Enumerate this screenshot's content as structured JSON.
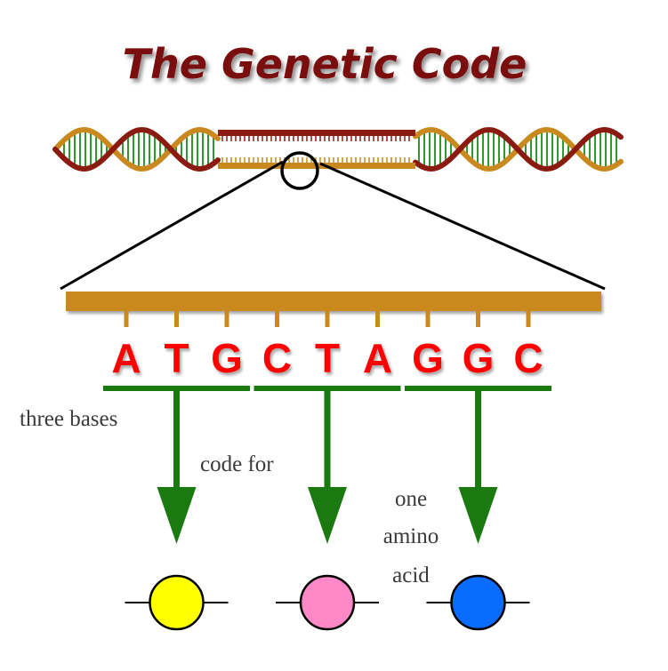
{
  "title": "The Genetic Code",
  "bases": [
    "A",
    "T",
    "G",
    "C",
    "T",
    "A",
    "G",
    "G",
    "C"
  ],
  "labels": {
    "three_bases": "three bases",
    "code_for": "code for",
    "one": "one",
    "amino": "amino",
    "acid": "acid"
  },
  "codons": [
    {
      "bases": "ATG",
      "amino_acid_color": "#ffff00"
    },
    {
      "bases": "CTA",
      "amino_acid_color": "#ff88c8"
    },
    {
      "bases": "GGC",
      "amino_acid_color": "#0a6cff"
    }
  ],
  "colors": {
    "title": "#7a0d0d",
    "base_letters": "#ff0000",
    "backbone": "#c9891e",
    "strand_dark": "#8b1a10",
    "codon_arrow": "#1a7a10",
    "rungs": "#2e9a2e"
  }
}
